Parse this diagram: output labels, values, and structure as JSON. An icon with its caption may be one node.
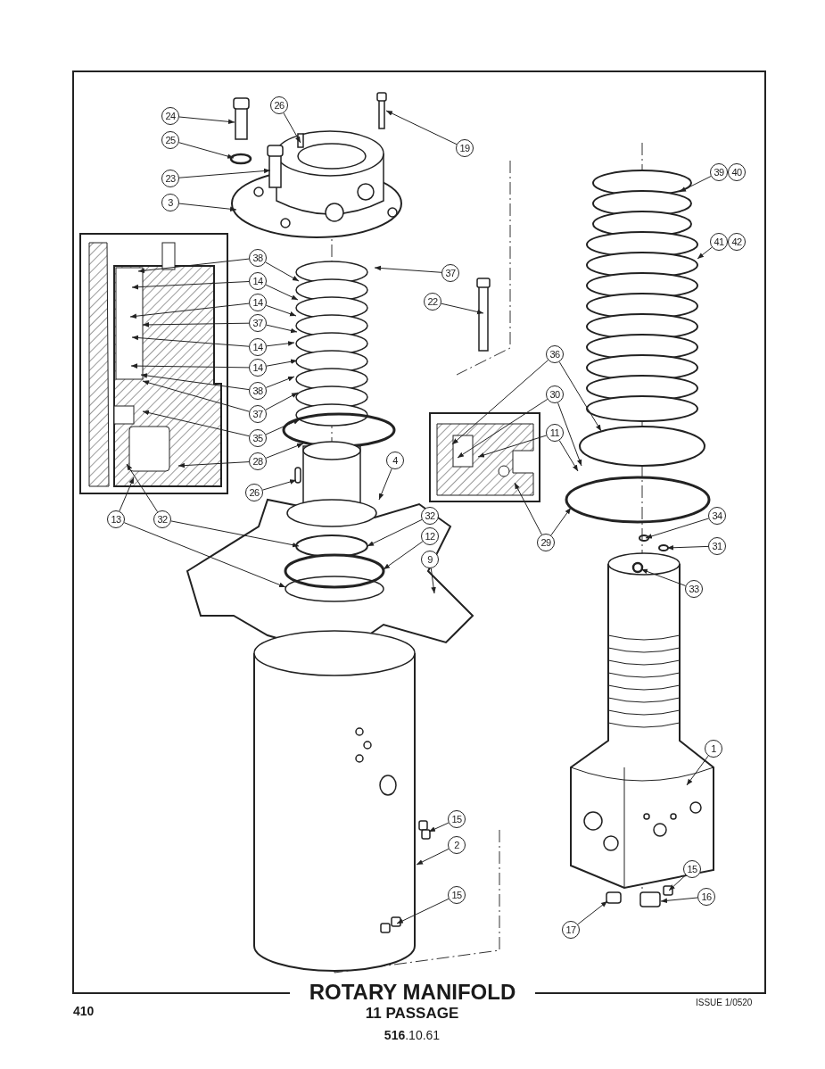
{
  "diagram": {
    "title": "ROTARY MANIFOLD",
    "nodes": [
      {
        "text": [
          "24"
        ]
      },
      {
        "text": [
          "26"
        ]
      },
      {
        "text": [
          "25"
        ]
      },
      {
        "text": [
          "19"
        ]
      },
      {
        "text": [
          "23"
        ]
      },
      {
        "text": [
          "3"
        ]
      },
      {
        "text": [
          "39"
        ]
      },
      {
        "text": [
          "40"
        ]
      },
      {
        "text": [
          "41"
        ]
      },
      {
        "text": [
          "42"
        ]
      },
      {
        "text": [
          "38"
        ]
      },
      {
        "text": [
          "37"
        ]
      },
      {
        "text": [
          "14"
        ]
      },
      {
        "text": [
          "14"
        ]
      },
      {
        "text": [
          "22"
        ]
      },
      {
        "text": [
          "37"
        ]
      },
      {
        "text": [
          "14"
        ]
      },
      {
        "text": [
          "36"
        ]
      },
      {
        "text": [
          "14"
        ]
      },
      {
        "text": [
          "38"
        ]
      },
      {
        "text": [
          "30"
        ]
      },
      {
        "text": [
          "37"
        ]
      },
      {
        "text": [
          "11"
        ]
      },
      {
        "text": [
          "35"
        ]
      },
      {
        "text": [
          "4"
        ]
      },
      {
        "text": [
          "28"
        ]
      },
      {
        "text": [
          "26"
        ]
      },
      {
        "text": [
          "32"
        ]
      },
      {
        "text": [
          "34"
        ]
      },
      {
        "text": [
          "13"
        ]
      },
      {
        "text": [
          "32"
        ]
      },
      {
        "text": [
          "29"
        ]
      },
      {
        "text": [
          "12"
        ]
      },
      {
        "text": [
          "31"
        ]
      },
      {
        "text": [
          "9"
        ]
      },
      {
        "text": [
          "33"
        ]
      },
      {
        "text": [
          "1"
        ]
      },
      {
        "text": [
          "15"
        ]
      },
      {
        "text": [
          "2"
        ]
      },
      {
        "text": [
          "15"
        ]
      },
      {
        "text": [
          "16"
        ]
      },
      {
        "text": [
          "15"
        ]
      },
      {
        "text": [
          "17"
        ]
      }
    ],
    "edges": [
      {
        "from": 0,
        "to": null,
        "arrow": "to"
      },
      {
        "from": 1,
        "to": null,
        "arrow": "to"
      },
      {
        "from": 2,
        "to": null,
        "arrow": "to"
      },
      {
        "from": 3,
        "to": null,
        "arrow": "to"
      },
      {
        "from": 4,
        "to": null,
        "arrow": "to"
      },
      {
        "from": 5,
        "to": null,
        "arrow": "to"
      },
      {
        "from": 6,
        "to": null,
        "arrow": "to"
      },
      {
        "from": 8,
        "to": null,
        "arrow": "to"
      },
      {
        "from": 10,
        "to": null,
        "arrow": "to"
      },
      {
        "from": 10,
        "to": null,
        "arrow": "to"
      },
      {
        "from": 11,
        "to": null,
        "arrow": "to"
      },
      {
        "from": 12,
        "to": null,
        "arrow": "to"
      },
      {
        "from": 12,
        "to": null,
        "arrow": "to"
      },
      {
        "from": 13,
        "to": null,
        "arrow": "to"
      },
      {
        "from": 13,
        "to": null,
        "arrow": "to"
      },
      {
        "from": 14,
        "to": null,
        "arrow": "to"
      },
      {
        "from": 15,
        "to": null,
        "arrow": "to"
      },
      {
        "from": 15,
        "to": null,
        "arrow": "to"
      },
      {
        "from": 16,
        "to": null,
        "arrow": "to"
      },
      {
        "from": 16,
        "to": null,
        "arrow": "to"
      },
      {
        "from": 17,
        "to": null,
        "arrow": "to"
      },
      {
        "from": 17,
        "to": null,
        "arrow": "to"
      },
      {
        "from": 18,
        "to": null,
        "arrow": "to"
      },
      {
        "from": 18,
        "to": null,
        "arrow": "to"
      },
      {
        "from": 19,
        "to": null,
        "arrow": "to"
      },
      {
        "from": 19,
        "to": null,
        "arrow": "to"
      },
      {
        "from": 20,
        "to": null,
        "arrow": "to"
      },
      {
        "from": 20,
        "to": null,
        "arrow": "to"
      },
      {
        "from": 21,
        "to": null,
        "arrow": "to"
      },
      {
        "from": 21,
        "to": null,
        "arrow": "to"
      },
      {
        "from": 22,
        "to": null,
        "arrow": "to"
      },
      {
        "from": 22,
        "to": null,
        "arrow": "to"
      },
      {
        "from": 23,
        "to": null,
        "arrow": "to"
      },
      {
        "from": 23,
        "to": null,
        "arrow": "to"
      },
      {
        "from": 24,
        "to": null,
        "arrow": "to"
      },
      {
        "from": 25,
        "to": null,
        "arrow": "to"
      },
      {
        "from": 25,
        "to": null,
        "arrow": "to"
      },
      {
        "from": 26,
        "to": null,
        "arrow": "to"
      },
      {
        "from": 27,
        "to": null,
        "arrow": "to"
      },
      {
        "from": 28,
        "to": null,
        "arrow": "to"
      },
      {
        "from": 29,
        "to": null,
        "arrow": "to"
      },
      {
        "from": 29,
        "to": null,
        "arrow": "to"
      },
      {
        "from": 30,
        "to": null,
        "arrow": "to"
      },
      {
        "from": 30,
        "to": null,
        "arrow": "to"
      },
      {
        "from": 31,
        "to": null,
        "arrow": "to"
      },
      {
        "from": 31,
        "to": null,
        "arrow": "to"
      },
      {
        "from": 32,
        "to": null,
        "arrow": "to"
      },
      {
        "from": 33,
        "to": null,
        "arrow": "to"
      },
      {
        "from": 34,
        "to": null,
        "arrow": "to"
      },
      {
        "from": 35,
        "to": null,
        "arrow": "to"
      },
      {
        "from": 36,
        "to": null,
        "arrow": "to"
      },
      {
        "from": 37,
        "to": null,
        "arrow": "to"
      },
      {
        "from": 38,
        "to": null,
        "arrow": "to"
      },
      {
        "from": 39,
        "to": null,
        "arrow": "to"
      },
      {
        "from": 40,
        "to": null,
        "arrow": "to"
      },
      {
        "from": 41,
        "to": null,
        "arrow": "to"
      },
      {
        "from": 42,
        "to": null,
        "arrow": "to"
      }
    ],
    "labels": [
      "410",
      "11 PASSAGE",
      "**516**.10.61",
      "ISSUE 1/0520"
    ]
  }
}
